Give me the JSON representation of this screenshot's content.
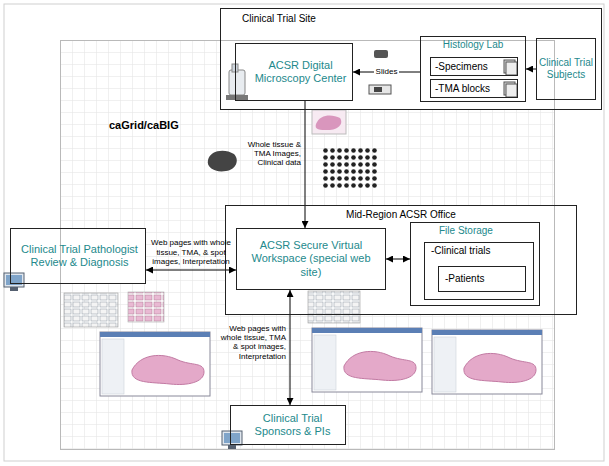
{
  "diagram": {
    "nodes": [
      {
        "text": [
          "caGrid/caBIG"
        ]
      },
      {
        "text": [
          "Clinical Trial Site"
        ]
      },
      {
        "text": [
          "ACSR Digital Microscopy Center"
        ],
        "in": 1
      },
      {
        "text": [
          "Histology Lab"
        ],
        "in": 1
      },
      {
        "text": [
          "-Specimens"
        ],
        "in": 3
      },
      {
        "text": [
          "-TMA blocks"
        ],
        "in": 3
      },
      {
        "text": [
          "Clinical Trial Subjects"
        ],
        "in": 1
      },
      {
        "text": [
          "Mid-Region ACSR Office"
        ]
      },
      {
        "text": [
          "ACSR Secure Virtual Workspace (special web site)"
        ],
        "in": 7
      },
      {
        "text": [
          "File Storage"
        ],
        "in": 7
      },
      {
        "text": [
          "-Clinical trials"
        ],
        "in": 9
      },
      {
        "text": [
          "-Patients"
        ],
        "in": 10
      },
      {
        "text": [
          "Clinical Trial Pathologist Review & Diagnosis"
        ]
      },
      {
        "text": [
          "Clinical Trial Sponsors & PIs"
        ]
      }
    ],
    "edges": [
      {
        "from": 6,
        "to": 3,
        "arrow": "to"
      },
      {
        "from": 3,
        "to": 2,
        "arrow": "to",
        "label": "Slides"
      },
      {
        "from": 2,
        "to": 8,
        "arrow": "to",
        "label": "Whole tissue & TMA Images, Clinical data"
      },
      {
        "from": 8,
        "to": 12,
        "arrow": "both",
        "label": "Web pages with whole tissue, TMA, & spot images, Interpretation"
      },
      {
        "from": 8,
        "to": 9,
        "arrow": "both"
      },
      {
        "from": 13,
        "to": 8,
        "arrow": "both",
        "label": "Web pages with whole tissue, TMA & spot images, Interpretation"
      }
    ]
  }
}
